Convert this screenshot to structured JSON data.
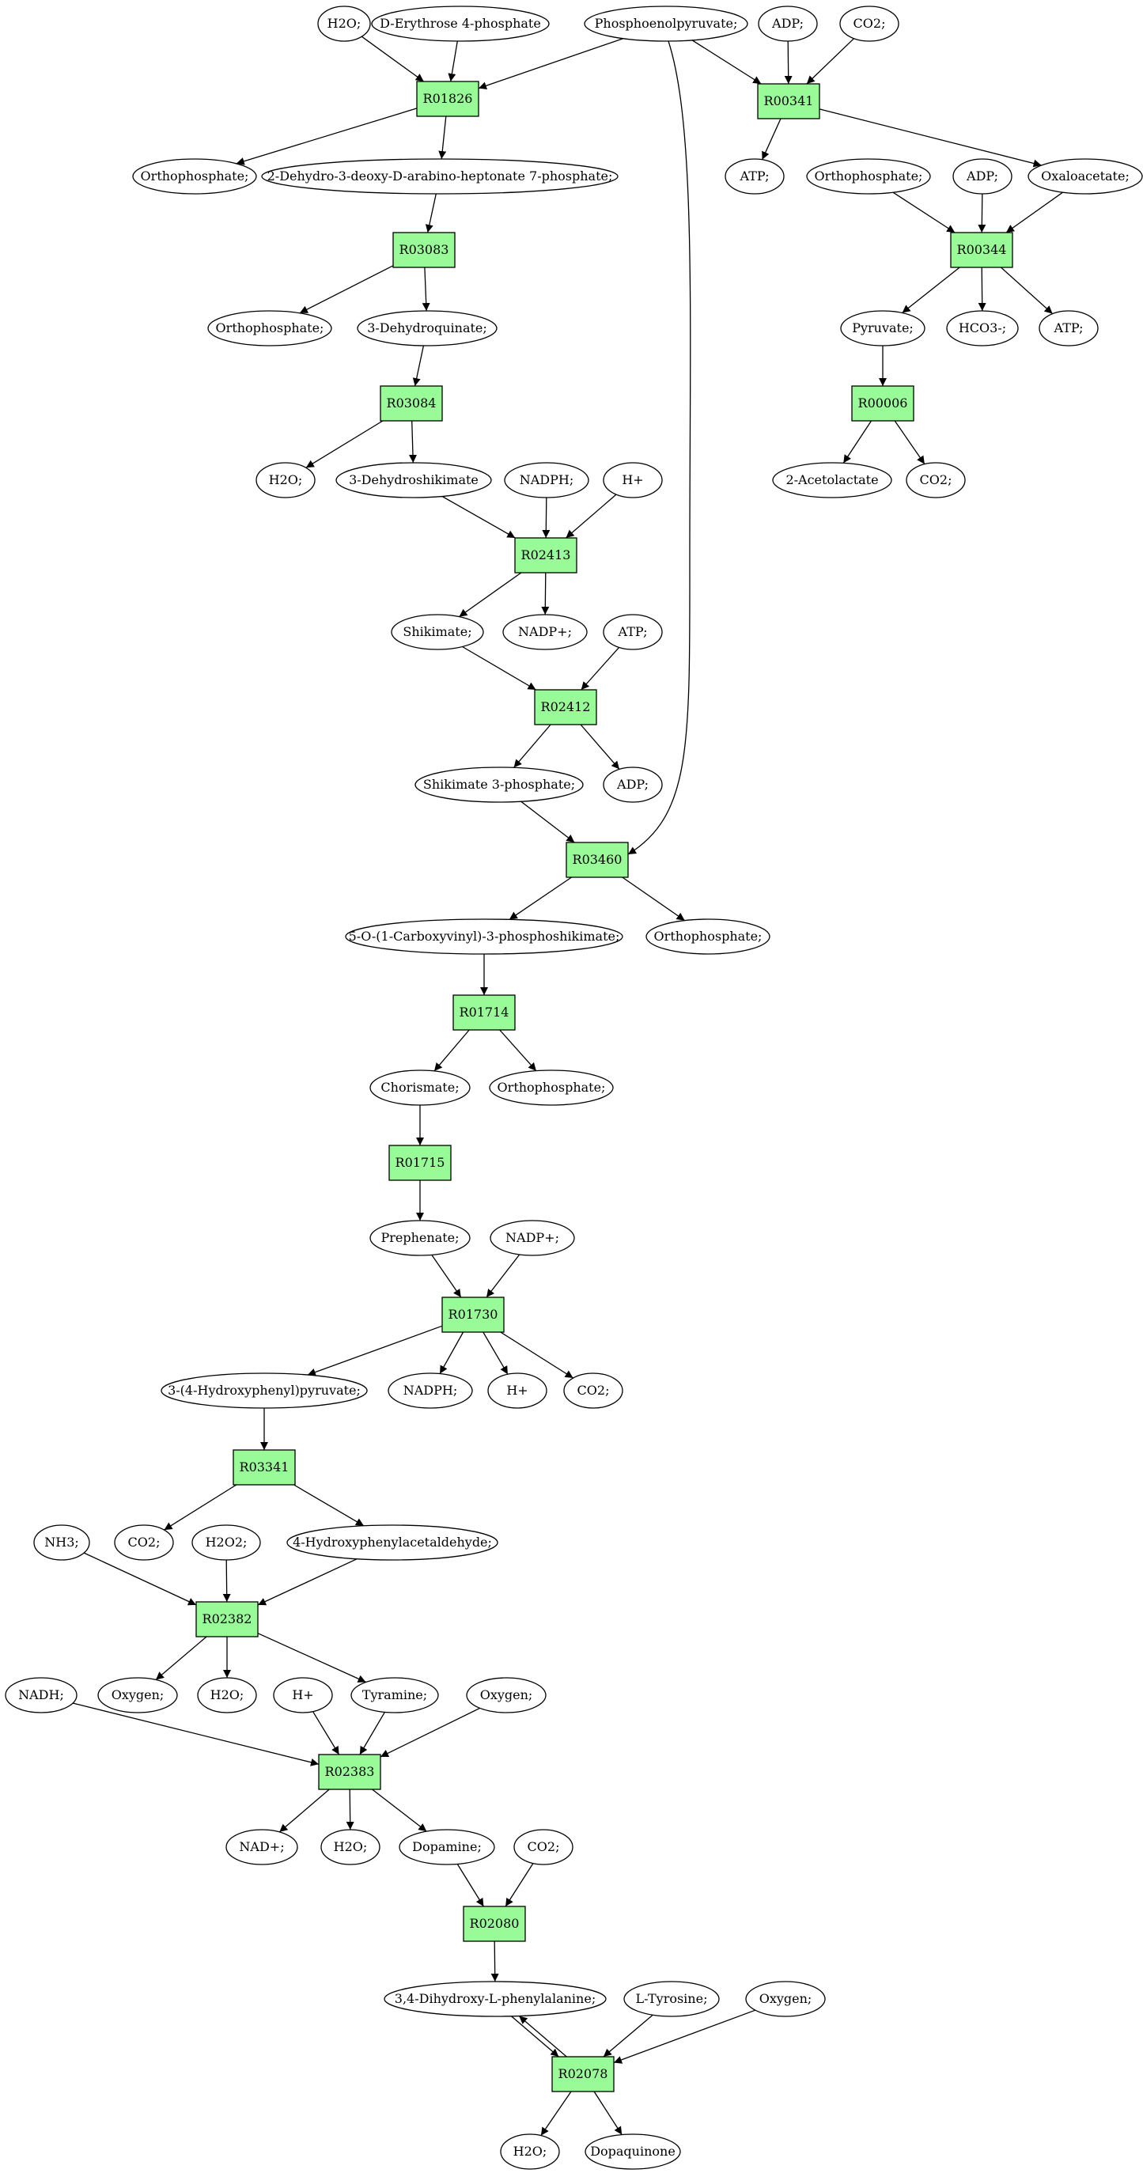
{
  "colors": {
    "reaction": "#98fb98",
    "source": "#00ee00",
    "target": "#ffff00",
    "metabolite": "#ffffff",
    "line": "#000000"
  },
  "nodes": [
    {
      "id": "m_h2o_1",
      "label": "H2O;",
      "kind": "metabolite"
    },
    {
      "id": "m_e4p",
      "label": "D-Erythrose 4-phosphate",
      "kind": "source"
    },
    {
      "id": "m_pep",
      "label": "Phosphoenolpyruvate;",
      "kind": "source"
    },
    {
      "id": "m_adp_1",
      "label": "ADP;",
      "kind": "metabolite"
    },
    {
      "id": "m_co2_1",
      "label": "CO2;",
      "kind": "metabolite"
    },
    {
      "id": "r_R01826",
      "label": "R01826",
      "kind": "reaction"
    },
    {
      "id": "r_R00341",
      "label": "R00341",
      "kind": "reaction"
    },
    {
      "id": "m_pi_1",
      "label": "Orthophosphate;",
      "kind": "metabolite"
    },
    {
      "id": "m_dahp",
      "label": "2-Dehydro-3-deoxy-D-arabino-heptonate 7-phosphate;",
      "kind": "metabolite"
    },
    {
      "id": "m_atp_1",
      "label": "ATP;",
      "kind": "metabolite"
    },
    {
      "id": "m_pi_2",
      "label": "Orthophosphate;",
      "kind": "metabolite"
    },
    {
      "id": "m_adp_2",
      "label": "ADP;",
      "kind": "metabolite"
    },
    {
      "id": "m_oaa",
      "label": "Oxaloacetate;",
      "kind": "metabolite"
    },
    {
      "id": "r_R03083",
      "label": "R03083",
      "kind": "reaction"
    },
    {
      "id": "r_R00344",
      "label": "R00344",
      "kind": "reaction"
    },
    {
      "id": "m_pi_3",
      "label": "Orthophosphate;",
      "kind": "metabolite"
    },
    {
      "id": "m_dhq",
      "label": "3-Dehydroquinate;",
      "kind": "metabolite"
    },
    {
      "id": "m_pyr",
      "label": "Pyruvate;",
      "kind": "metabolite"
    },
    {
      "id": "m_hco3",
      "label": "HCO3-;",
      "kind": "metabolite"
    },
    {
      "id": "m_atp_2",
      "label": "ATP;",
      "kind": "metabolite"
    },
    {
      "id": "r_R03084",
      "label": "R03084",
      "kind": "reaction"
    },
    {
      "id": "r_R00006",
      "label": "R00006",
      "kind": "reaction"
    },
    {
      "id": "m_h2o_2",
      "label": "H2O;",
      "kind": "metabolite"
    },
    {
      "id": "m_dhs",
      "label": "3-Dehydroshikimate",
      "kind": "metabolite"
    },
    {
      "id": "m_nadph_1",
      "label": "NADPH;",
      "kind": "metabolite"
    },
    {
      "id": "m_hplus_1",
      "label": "H+",
      "kind": "metabolite"
    },
    {
      "id": "m_acetolactate",
      "label": "2-Acetolactate",
      "kind": "metabolite"
    },
    {
      "id": "m_co2_2",
      "label": "CO2;",
      "kind": "metabolite"
    },
    {
      "id": "r_R02413",
      "label": "R02413",
      "kind": "reaction"
    },
    {
      "id": "m_shikimate",
      "label": "Shikimate;",
      "kind": "metabolite"
    },
    {
      "id": "m_nadp_1",
      "label": "NADP+;",
      "kind": "metabolite"
    },
    {
      "id": "m_atp_3",
      "label": "ATP;",
      "kind": "metabolite"
    },
    {
      "id": "r_R02412",
      "label": "R02412",
      "kind": "reaction"
    },
    {
      "id": "m_s3p",
      "label": "Shikimate 3-phosphate;",
      "kind": "metabolite"
    },
    {
      "id": "m_adp_3",
      "label": "ADP;",
      "kind": "metabolite"
    },
    {
      "id": "r_R03460",
      "label": "R03460",
      "kind": "reaction"
    },
    {
      "id": "m_epsp",
      "label": "5-O-(1-Carboxyvinyl)-3-phosphoshikimate;",
      "kind": "metabolite"
    },
    {
      "id": "m_pi_4",
      "label": "Orthophosphate;",
      "kind": "metabolite"
    },
    {
      "id": "r_R01714",
      "label": "R01714",
      "kind": "reaction"
    },
    {
      "id": "m_chorismate",
      "label": "Chorismate;",
      "kind": "metabolite"
    },
    {
      "id": "m_pi_5",
      "label": "Orthophosphate;",
      "kind": "metabolite"
    },
    {
      "id": "r_R01715",
      "label": "R01715",
      "kind": "reaction"
    },
    {
      "id": "m_prephenate",
      "label": "Prephenate;",
      "kind": "metabolite"
    },
    {
      "id": "m_nadp_2",
      "label": "NADP+;",
      "kind": "metabolite"
    },
    {
      "id": "r_R01730",
      "label": "R01730",
      "kind": "reaction"
    },
    {
      "id": "m_hpp",
      "label": "3-(4-Hydroxyphenyl)pyruvate;",
      "kind": "metabolite"
    },
    {
      "id": "m_nadph_2",
      "label": "NADPH;",
      "kind": "metabolite"
    },
    {
      "id": "m_hplus_2",
      "label": "H+",
      "kind": "metabolite"
    },
    {
      "id": "m_co2_3",
      "label": "CO2;",
      "kind": "metabolite"
    },
    {
      "id": "r_R03341",
      "label": "R03341",
      "kind": "reaction"
    },
    {
      "id": "m_nh3",
      "label": "NH3;",
      "kind": "metabolite"
    },
    {
      "id": "m_co2_4",
      "label": "CO2;",
      "kind": "metabolite"
    },
    {
      "id": "m_h2o2",
      "label": "H2O2;",
      "kind": "metabolite"
    },
    {
      "id": "m_hpa",
      "label": "4-Hydroxyphenylacetaldehyde;",
      "kind": "metabolite"
    },
    {
      "id": "r_R02382",
      "label": "R02382",
      "kind": "reaction"
    },
    {
      "id": "m_nadh",
      "label": "NADH;",
      "kind": "metabolite"
    },
    {
      "id": "m_o2_1",
      "label": "Oxygen;",
      "kind": "metabolite"
    },
    {
      "id": "m_h2o_3",
      "label": "H2O;",
      "kind": "metabolite"
    },
    {
      "id": "m_hplus_3",
      "label": "H+",
      "kind": "metabolite"
    },
    {
      "id": "m_tyramine",
      "label": "Tyramine;",
      "kind": "metabolite"
    },
    {
      "id": "m_o2_2",
      "label": "Oxygen;",
      "kind": "metabolite"
    },
    {
      "id": "r_R02383",
      "label": "R02383",
      "kind": "reaction"
    },
    {
      "id": "m_nad",
      "label": "NAD+;",
      "kind": "metabolite"
    },
    {
      "id": "m_h2o_4",
      "label": "H2O;",
      "kind": "metabolite"
    },
    {
      "id": "m_dopamine",
      "label": "Dopamine;",
      "kind": "metabolite"
    },
    {
      "id": "m_co2_5",
      "label": "CO2;",
      "kind": "metabolite"
    },
    {
      "id": "r_R02080",
      "label": "R02080",
      "kind": "reaction"
    },
    {
      "id": "m_ldopa",
      "label": "3,4-Dihydroxy-L-phenylalanine;",
      "kind": "metabolite"
    },
    {
      "id": "m_tyrosine",
      "label": "L-Tyrosine;",
      "kind": "target"
    },
    {
      "id": "m_o2_3",
      "label": "Oxygen;",
      "kind": "metabolite"
    },
    {
      "id": "r_R02078",
      "label": "R02078",
      "kind": "reaction"
    },
    {
      "id": "m_h2o_5",
      "label": "H2O;",
      "kind": "metabolite"
    },
    {
      "id": "m_dopaquinone",
      "label": "Dopaquinone",
      "kind": "metabolite"
    }
  ],
  "edges": [
    [
      "m_h2o_1",
      "r_R01826"
    ],
    [
      "m_e4p",
      "r_R01826"
    ],
    [
      "m_pep",
      "r_R01826"
    ],
    [
      "r_R01826",
      "m_pi_1"
    ],
    [
      "r_R01826",
      "m_dahp"
    ],
    [
      "m_pep",
      "r_R00341"
    ],
    [
      "m_adp_1",
      "r_R00341"
    ],
    [
      "m_co2_1",
      "r_R00341"
    ],
    [
      "r_R00341",
      "m_atp_1"
    ],
    [
      "r_R00341",
      "m_oaa"
    ],
    [
      "m_pi_2",
      "r_R00344"
    ],
    [
      "m_adp_2",
      "r_R00344"
    ],
    [
      "m_oaa",
      "r_R00344"
    ],
    [
      "r_R00344",
      "m_pyr"
    ],
    [
      "r_R00344",
      "m_hco3"
    ],
    [
      "r_R00344",
      "m_atp_2"
    ],
    [
      "m_pyr",
      "r_R00006"
    ],
    [
      "r_R00006",
      "m_acetolactate"
    ],
    [
      "r_R00006",
      "m_co2_2"
    ],
    [
      "m_dahp",
      "r_R03083"
    ],
    [
      "r_R03083",
      "m_pi_3"
    ],
    [
      "r_R03083",
      "m_dhq"
    ],
    [
      "m_dhq",
      "r_R03084"
    ],
    [
      "r_R03084",
      "m_h2o_2"
    ],
    [
      "r_R03084",
      "m_dhs"
    ],
    [
      "m_dhs",
      "r_R02413"
    ],
    [
      "m_nadph_1",
      "r_R02413"
    ],
    [
      "m_hplus_1",
      "r_R02413"
    ],
    [
      "r_R02413",
      "m_shikimate"
    ],
    [
      "r_R02413",
      "m_nadp_1"
    ],
    [
      "m_shikimate",
      "r_R02412"
    ],
    [
      "m_atp_3",
      "r_R02412"
    ],
    [
      "r_R02412",
      "m_s3p"
    ],
    [
      "r_R02412",
      "m_adp_3"
    ],
    [
      "m_s3p",
      "r_R03460"
    ],
    [
      "m_pep",
      "r_R03460"
    ],
    [
      "r_R03460",
      "m_epsp"
    ],
    [
      "r_R03460",
      "m_pi_4"
    ],
    [
      "m_epsp",
      "r_R01714"
    ],
    [
      "r_R01714",
      "m_chorismate"
    ],
    [
      "r_R01714",
      "m_pi_5"
    ],
    [
      "m_chorismate",
      "r_R01715"
    ],
    [
      "r_R01715",
      "m_prephenate"
    ],
    [
      "m_prephenate",
      "r_R01730"
    ],
    [
      "m_nadp_2",
      "r_R01730"
    ],
    [
      "r_R01730",
      "m_hpp"
    ],
    [
      "r_R01730",
      "m_nadph_2"
    ],
    [
      "r_R01730",
      "m_hplus_2"
    ],
    [
      "r_R01730",
      "m_co2_3"
    ],
    [
      "m_hpp",
      "r_R03341"
    ],
    [
      "r_R03341",
      "m_co2_4"
    ],
    [
      "r_R03341",
      "m_hpa"
    ],
    [
      "m_nh3",
      "r_R02382"
    ],
    [
      "m_h2o2",
      "r_R02382"
    ],
    [
      "m_hpa",
      "r_R02382"
    ],
    [
      "r_R02382",
      "m_o2_1"
    ],
    [
      "r_R02382",
      "m_h2o_3"
    ],
    [
      "r_R02382",
      "m_tyramine"
    ],
    [
      "m_nadh",
      "r_R02383"
    ],
    [
      "m_hplus_3",
      "r_R02383"
    ],
    [
      "m_tyramine",
      "r_R02383"
    ],
    [
      "m_o2_2",
      "r_R02383"
    ],
    [
      "r_R02383",
      "m_nad"
    ],
    [
      "r_R02383",
      "m_h2o_4"
    ],
    [
      "r_R02383",
      "m_dopamine"
    ],
    [
      "m_dopamine",
      "r_R02080"
    ],
    [
      "m_co2_5",
      "r_R02080"
    ],
    [
      "r_R02080",
      "m_ldopa"
    ],
    [
      "m_ldopa",
      "r_R02078"
    ],
    [
      "m_tyrosine",
      "r_R02078"
    ],
    [
      "m_o2_3",
      "r_R02078"
    ],
    [
      "r_R02078",
      "m_ldopa"
    ],
    [
      "r_R02078",
      "m_h2o_5"
    ],
    [
      "r_R02078",
      "m_dopaquinone"
    ]
  ]
}
